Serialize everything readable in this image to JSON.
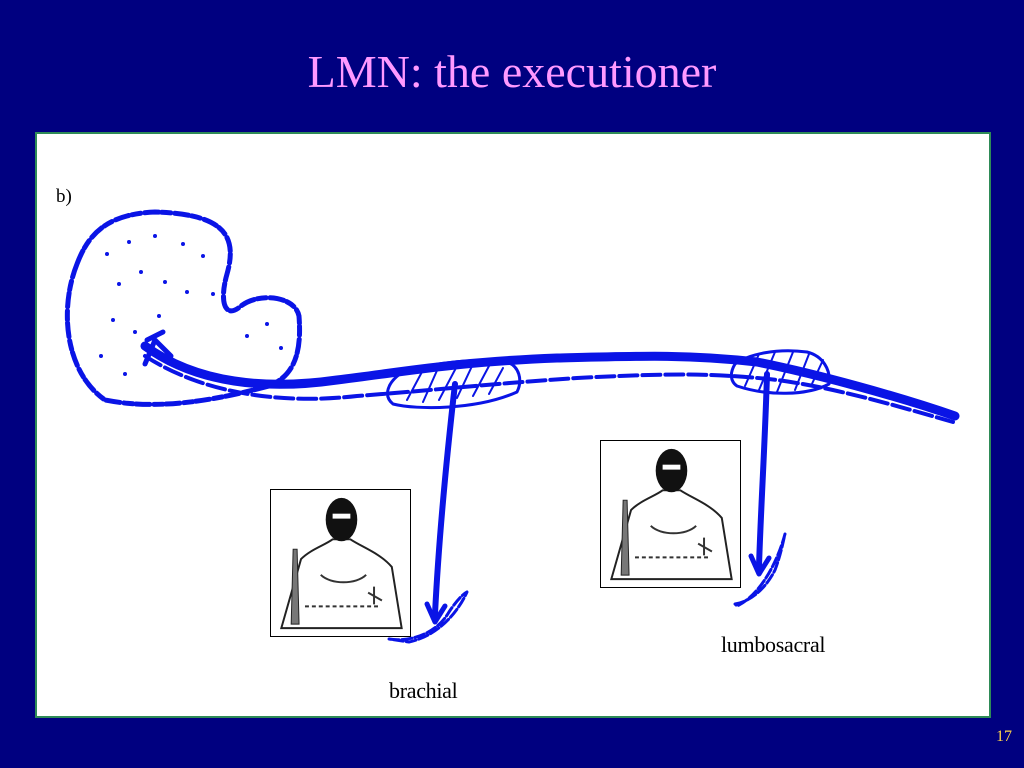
{
  "slide": {
    "title": "LMN: the executioner",
    "page_number": "17",
    "background_color": "#000080",
    "title_color": "#ff99ff",
    "page_number_color": "#ffd54a"
  },
  "figure": {
    "panel_label": "b)",
    "diagram_color": "#0a14e6",
    "labels": {
      "brachial": "brachial",
      "lumbosacral": "lumbosacral"
    },
    "illustrations": [
      {
        "name": "executioner-brachial",
        "icon": "hooded-executioner-illustration"
      },
      {
        "name": "executioner-lumbosacral",
        "icon": "hooded-executioner-illustration"
      }
    ]
  }
}
